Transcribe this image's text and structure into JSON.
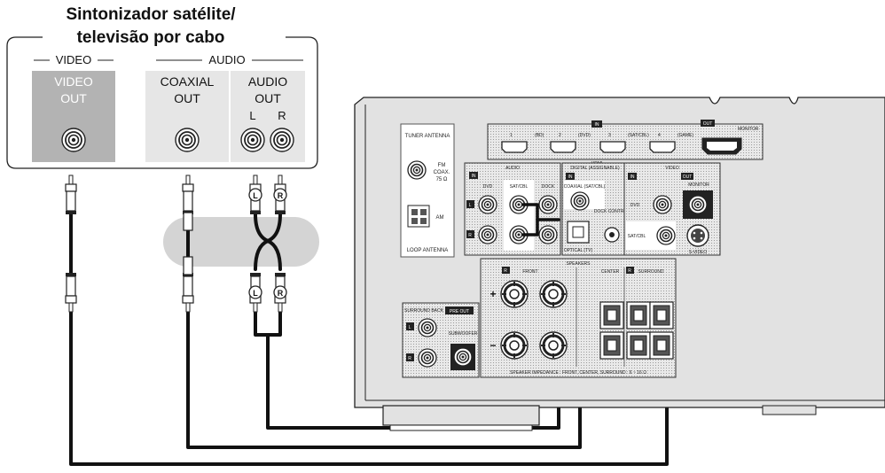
{
  "source": {
    "title_line1": "Sintonizador satélite/",
    "title_line2": "televisão por cabo",
    "video_group": "VIDEO",
    "audio_group": "AUDIO",
    "video_out_1": "VIDEO",
    "video_out_2": "OUT",
    "coaxial_out_1": "COAXIAL",
    "coaxial_out_2": "OUT",
    "audio_out_1": "AUDIO",
    "audio_out_2": "OUT",
    "audio_l": "L",
    "audio_r": "R"
  },
  "plugs": {
    "l": "L",
    "r": "R"
  },
  "receiver": {
    "tuner_antenna": "TUNER ANTENNA",
    "fm_1": "FM",
    "fm_2": "COAX.",
    "fm_3": "75 Ω",
    "am": "AM",
    "loop_antenna": "LOOP ANTENNA",
    "in": "IN",
    "out": "OUT",
    "hdmi": "HDMI",
    "hdmi_inputs": [
      {
        "num": "1",
        "name": "(BD)"
      },
      {
        "num": "2",
        "name": "(DVD)"
      },
      {
        "num": "3",
        "name": "(SAT/CBL)"
      },
      {
        "num": "4",
        "name": "(GAME)"
      }
    ],
    "monitor": "MONITOR",
    "audio": "AUDIO",
    "digital": "DIGITAL (ASSIGNABLE)",
    "video": "VIDEO",
    "dvd": "DVD",
    "satcbl": "SAT/CBL",
    "dock": "DOCK",
    "coaxial_satcbl": "COAXIAL (SAT/CBL)",
    "optical_tv": "OPTICAL (TV)",
    "dock_control": "DOCK CONTROL",
    "video_dvd": "DVD",
    "video_satcbl": "SAT/CBL",
    "video_monitor": "MONITOR",
    "s_video": "S-VIDEO",
    "speakers": "SPEAKERS",
    "front": "FRONT",
    "center": "CENTER",
    "surround": "SURROUND",
    "surround_back": "SURROUND BACK",
    "pre_out": "PRE OUT",
    "subwoofer": "SUBWOOFER",
    "impedance": "SPEAKER IMPEDANCE : FRONT, CENTER, SURROUND : 6 ~ 16 Ω",
    "l": "L",
    "r": "R",
    "plus": "+",
    "minus": "−"
  }
}
